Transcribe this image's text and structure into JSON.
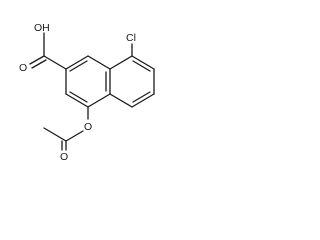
{
  "molecule": {
    "atoms": {
      "carboxyl_oh": "OH",
      "carboxyl_o": "O",
      "chloro": "Cl",
      "ester_o": "O",
      "carbonyl_o": "O"
    }
  }
}
